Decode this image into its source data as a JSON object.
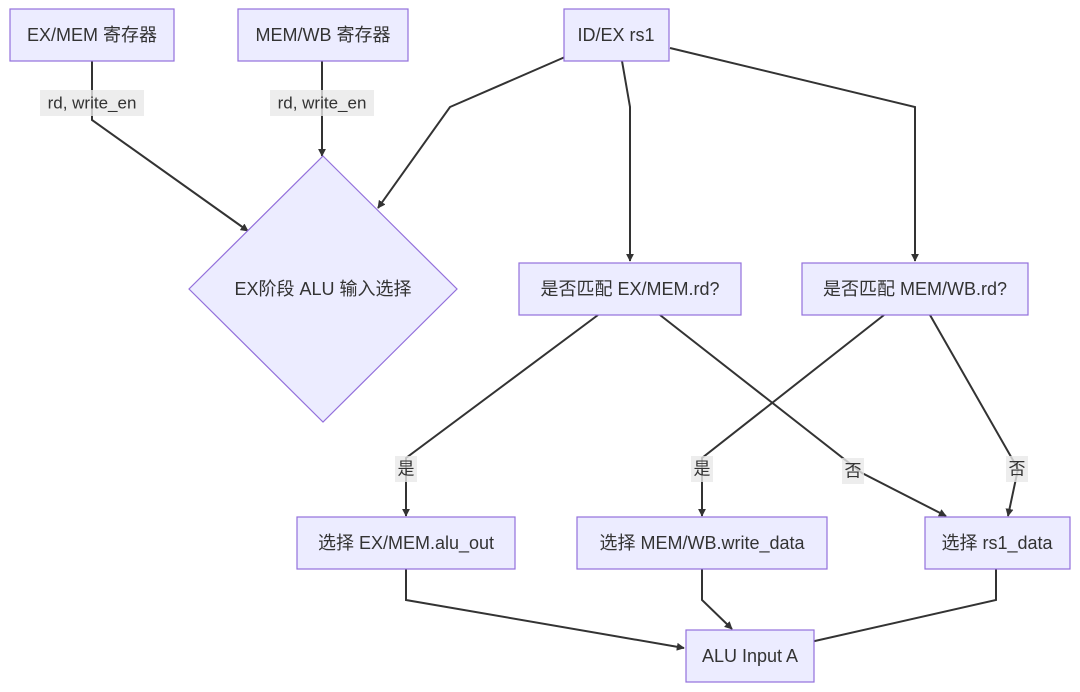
{
  "nodes": {
    "ex_mem_reg": "EX/MEM 寄存器",
    "mem_wb_reg": "MEM/WB 寄存器",
    "id_ex_rs1": "ID/EX rs1",
    "alu_select": "EX阶段 ALU 输入选择",
    "match_ex_mem": "是否匹配 EX/MEM.rd?",
    "match_mem_wb": "是否匹配 MEM/WB.rd?",
    "select_ex_mem": "选择 EX/MEM.alu_out",
    "select_mem_wb": "选择 MEM/WB.write_data",
    "select_rs1": "选择 rs1_data",
    "alu_input_a": "ALU Input A"
  },
  "edge_labels": {
    "ex_mem_to_select": "rd, write_en",
    "mem_wb_to_select": "rd, write_en",
    "ex_mem_yes": "是",
    "ex_mem_no": "否",
    "mem_wb_yes": "是",
    "mem_wb_no": "否"
  },
  "colors": {
    "node_fill": "#ECECFF",
    "node_stroke": "#9370DB",
    "edge": "#333333",
    "label_bg": "#E8E8E8"
  }
}
